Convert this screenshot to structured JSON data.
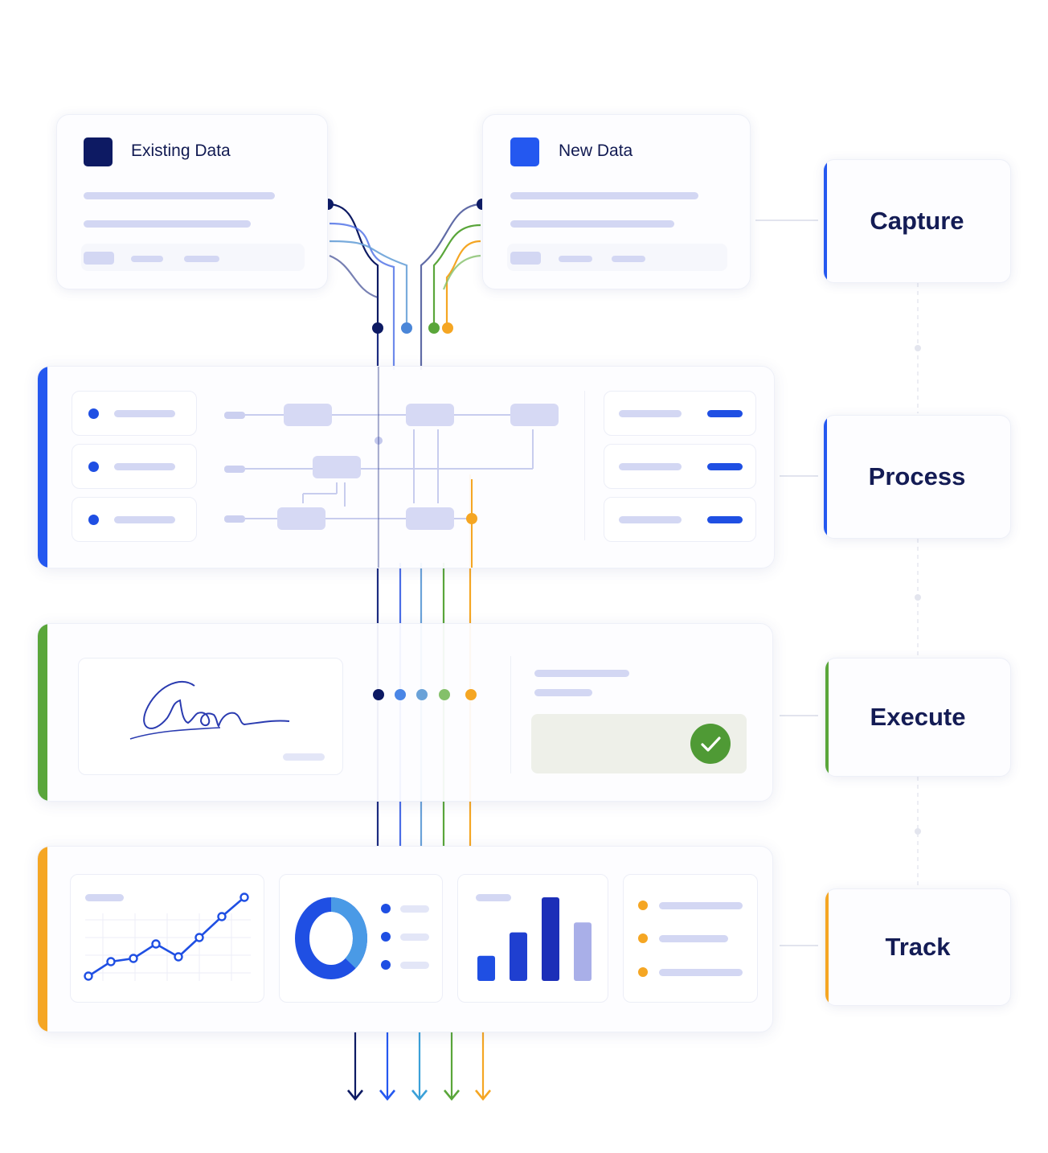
{
  "sources": {
    "existing": {
      "title": "Existing Data",
      "color": "#0d1a63"
    },
    "new": {
      "title": "New Data",
      "color": "#2458f0"
    }
  },
  "stages": [
    {
      "id": "capture",
      "label": "Capture",
      "color": "#2458f0"
    },
    {
      "id": "process",
      "label": "Process",
      "color": "#2458f0"
    },
    {
      "id": "execute",
      "label": "Execute",
      "color": "#5aa63a"
    },
    {
      "id": "track",
      "label": "Track",
      "color": "#f5a623"
    }
  ],
  "flow_colors": [
    "#0d1a63",
    "#2458f0",
    "#3aa0d8",
    "#5aa63a",
    "#f5a623"
  ],
  "status": {
    "check_color": "#4f9a35"
  },
  "track_chart": {
    "bars_relative": [
      0.3,
      0.58,
      1.0,
      0.7
    ]
  }
}
